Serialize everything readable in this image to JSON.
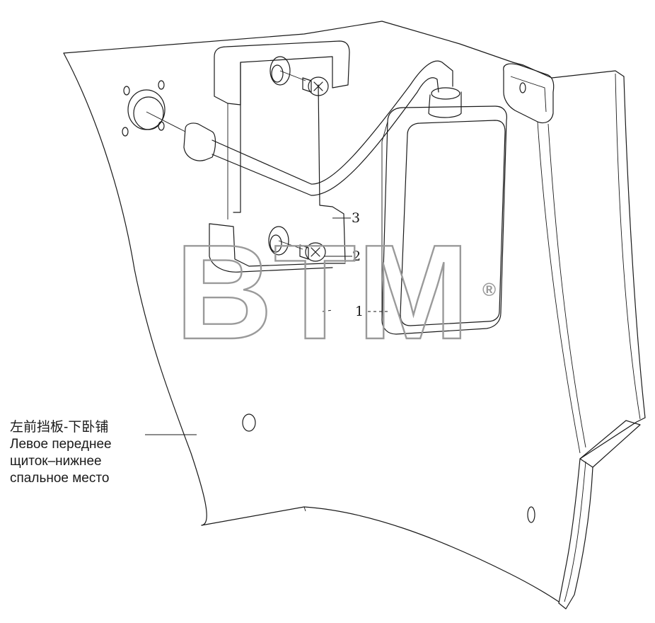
{
  "callouts": [
    {
      "id": "1",
      "text": "1"
    },
    {
      "id": "2",
      "text": "2"
    },
    {
      "id": "3",
      "text": "3"
    }
  ],
  "part_label": {
    "zh": "左前挡板-下卧铺",
    "ru_line1": "Левое переднее",
    "ru_line2": "щиток–нижнее",
    "ru_line3": "спальное место"
  },
  "watermark": {
    "text": "BTM",
    "registered_mark": "®",
    "color": "#9a9a9a"
  }
}
